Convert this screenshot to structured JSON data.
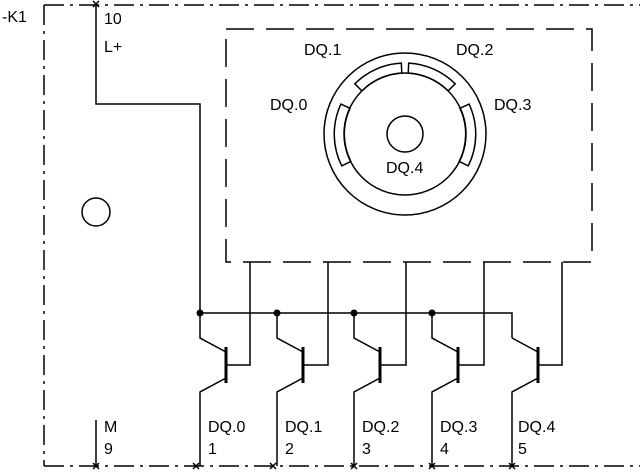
{
  "device_tag": "-K1",
  "supply": {
    "terminal": "10",
    "label": "L+"
  },
  "ground": {
    "label": "M",
    "terminal": "9"
  },
  "sensor_labels": [
    "DQ.0",
    "DQ.1",
    "DQ.2",
    "DQ.3",
    "DQ.4"
  ],
  "outputs": [
    {
      "label": "DQ.0",
      "terminal": "1"
    },
    {
      "label": "DQ.1",
      "terminal": "2"
    },
    {
      "label": "DQ.2",
      "terminal": "3"
    },
    {
      "label": "DQ.3",
      "terminal": "4"
    },
    {
      "label": "DQ.4",
      "terminal": "5"
    }
  ]
}
